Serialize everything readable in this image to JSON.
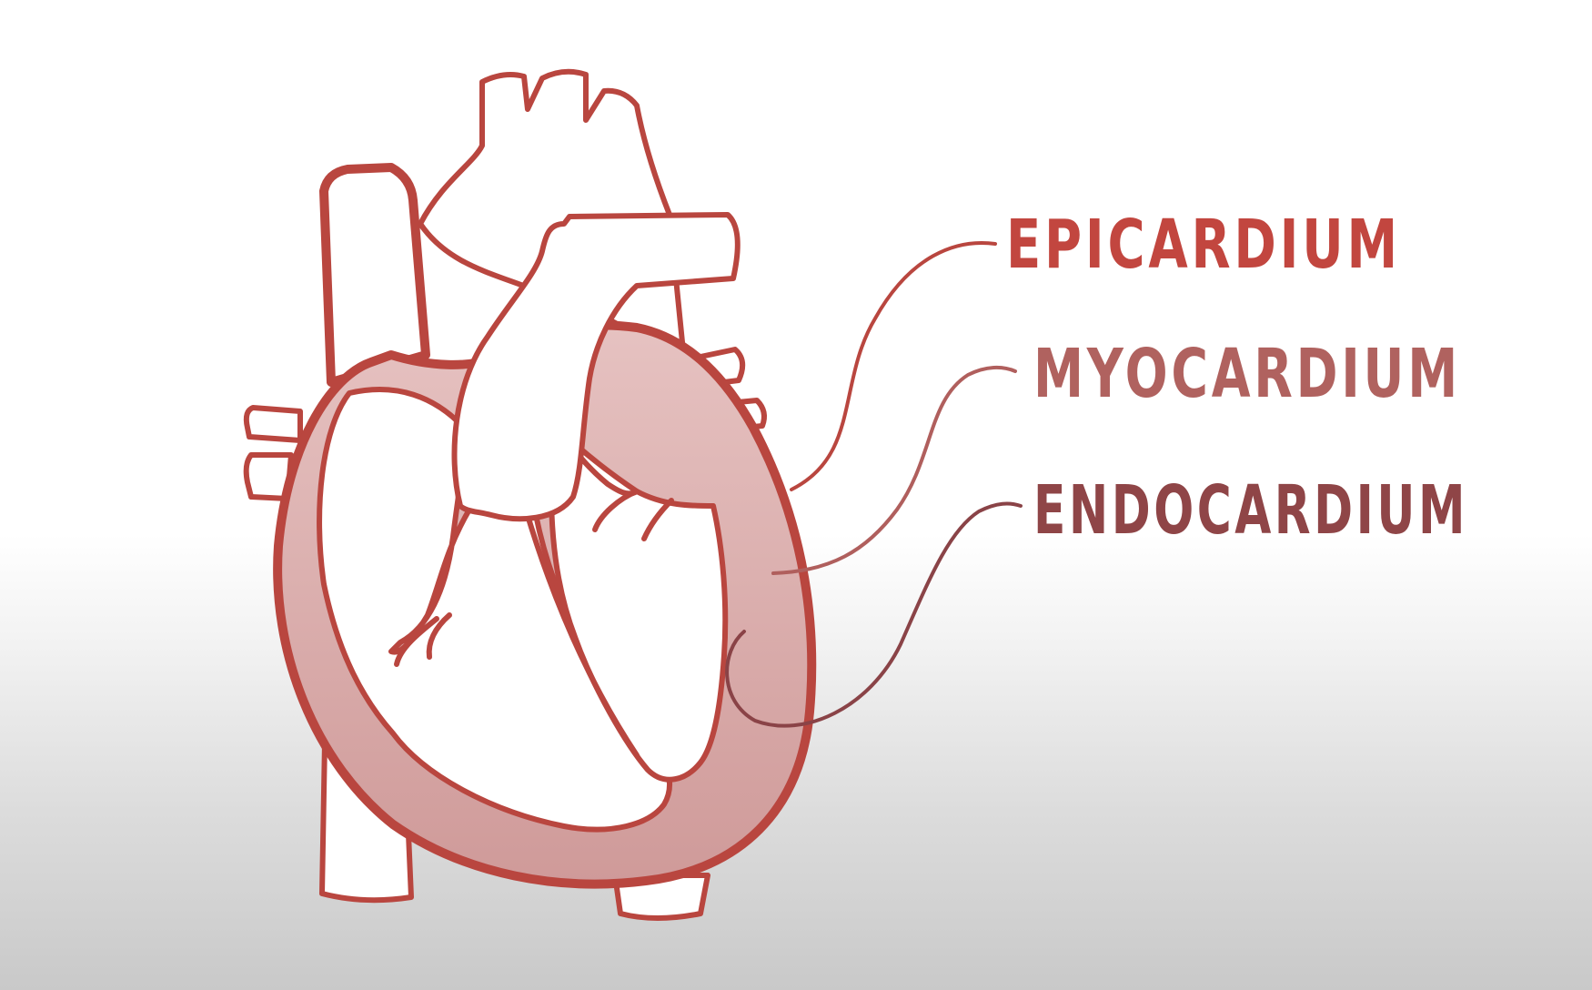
{
  "diagram": {
    "title": "",
    "labels": {
      "epicardium": "EPICARDIUM",
      "myocardium": "MYOCARDIUM",
      "endocardium": "ENDOCARDIUM"
    }
  },
  "colors": {
    "outline": "#b9463f",
    "muscle_fill": "#d9a7a5",
    "epicardium_text": "#c2463f",
    "myocardium_text": "#b0625f",
    "endocardium_text": "#8f4547",
    "myocardium_leader": "#b05f5d",
    "endocardium_leader": "#8a4347",
    "background_top": "#ffffff",
    "background_bottom": "#c9c9c9"
  }
}
